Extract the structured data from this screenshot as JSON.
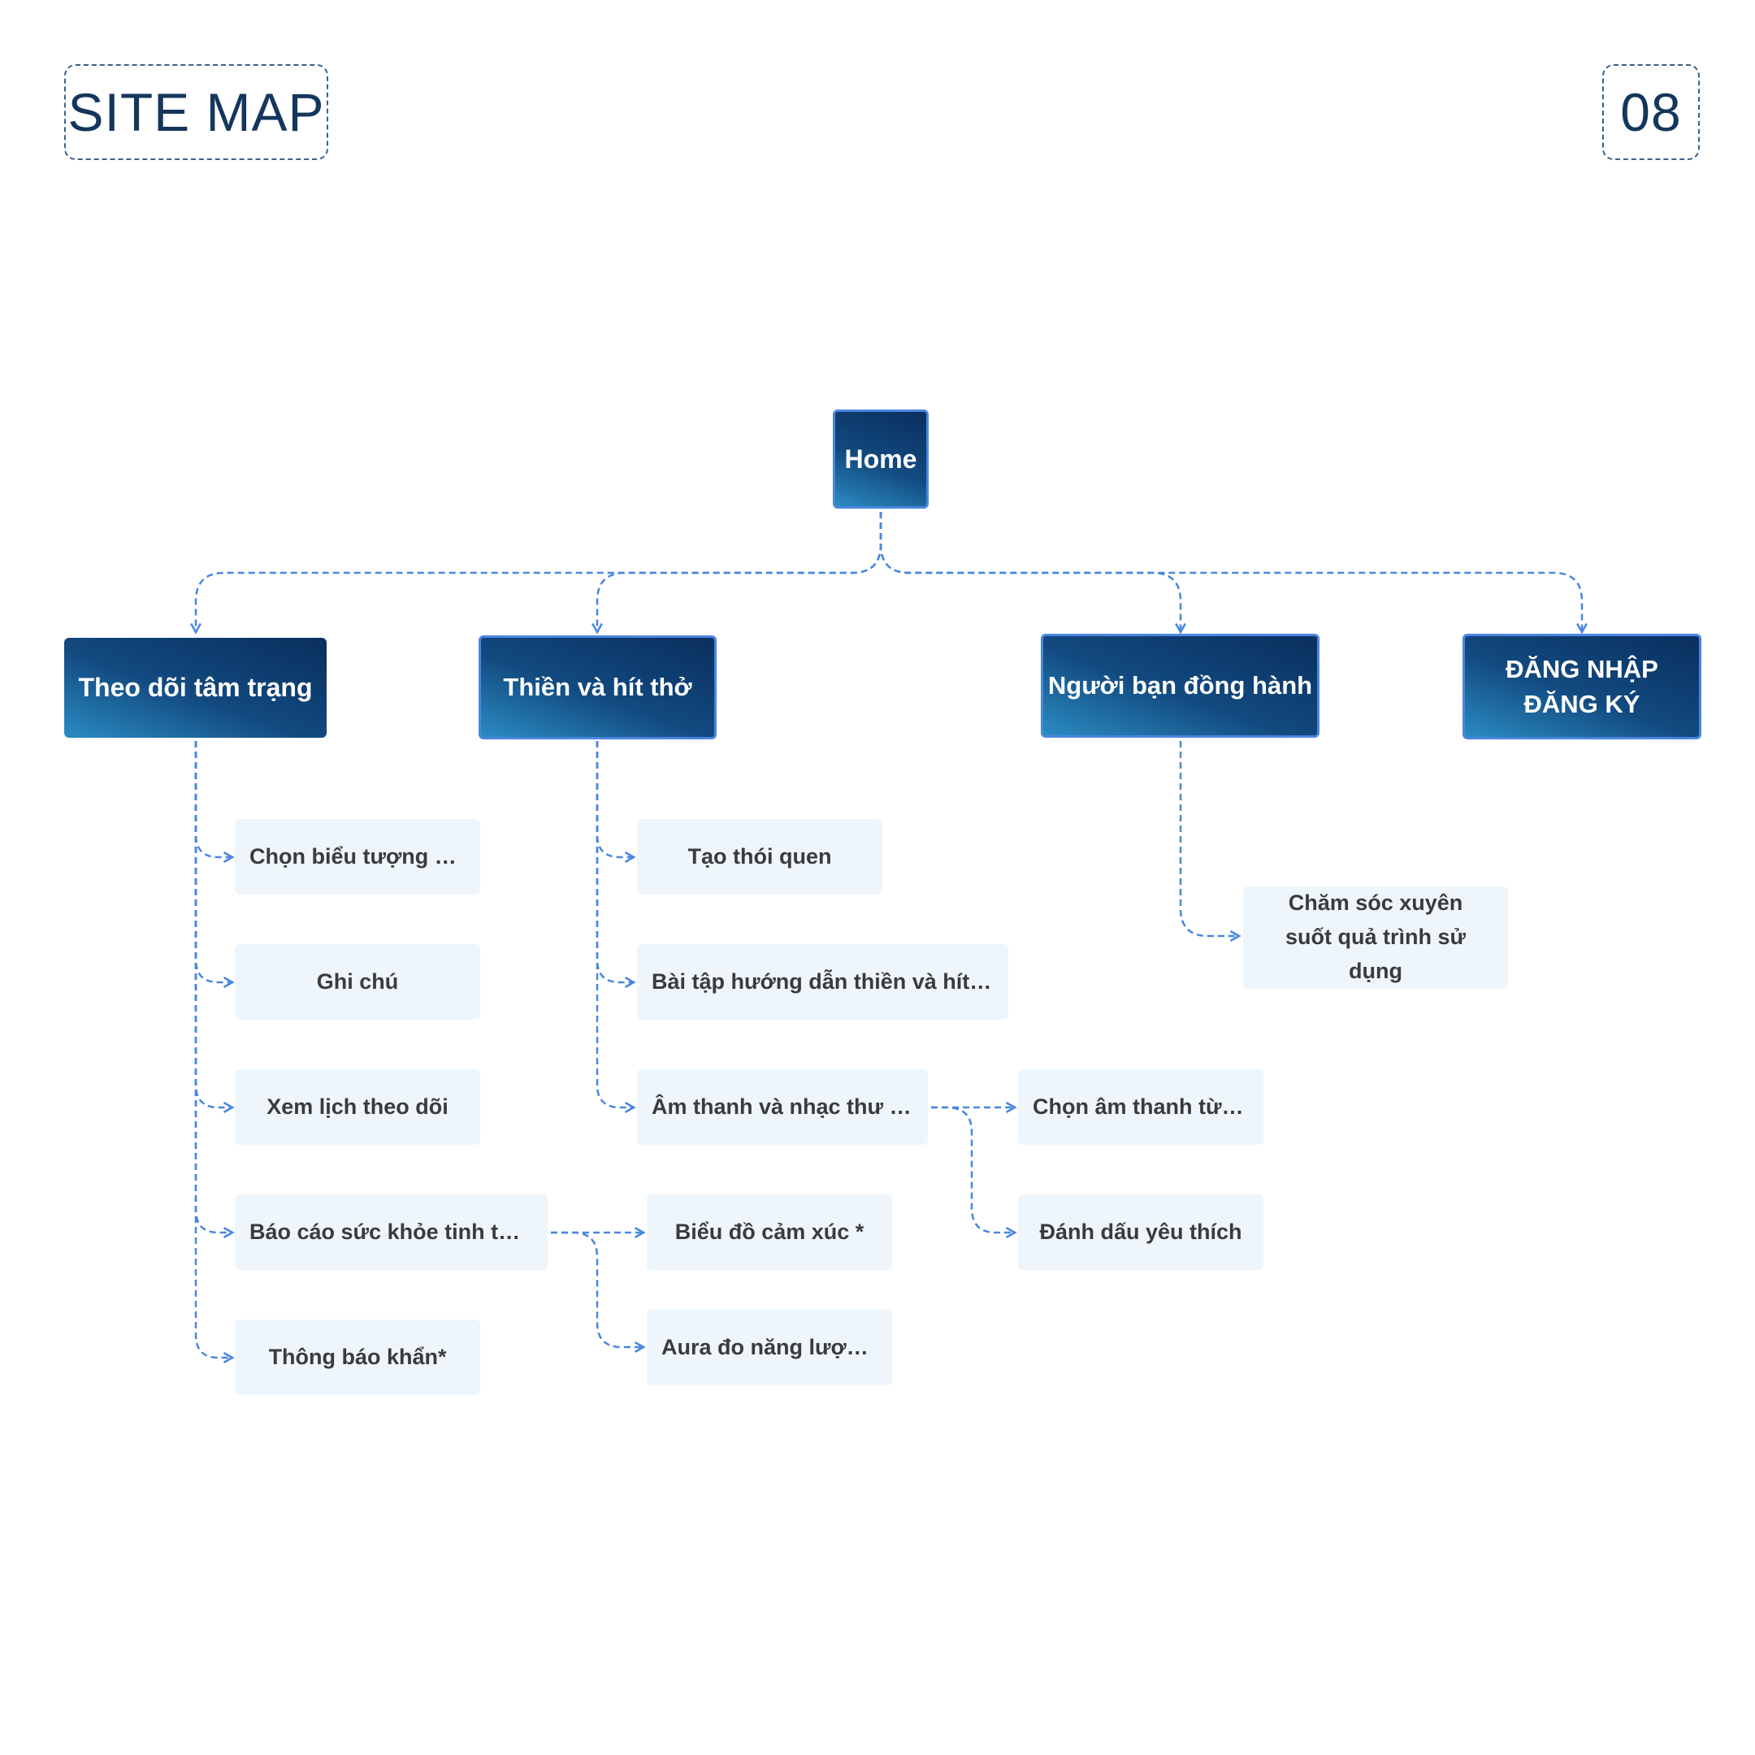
{
  "header": {
    "title": "SITE MAP",
    "page_number": "08"
  },
  "sitemap": {
    "home": "Home",
    "sections": {
      "mood": {
        "label": "Theo dõi tâm trạng",
        "items": [
          "Chọn biểu tượng cả...",
          "Ghi chú",
          "Xem lịch theo dõi",
          "Báo cáo sức khỏe tinh thần*",
          "Thông báo khẩn*"
        ],
        "report_children": [
          "Biểu đồ cảm xúc *",
          "Aura đo năng lượng..."
        ]
      },
      "meditation": {
        "label": "Thiền và hít thở",
        "items": [
          "Tạo thói quen",
          "Bài tập hướng dẫn thiền và hít thở",
          "Âm thanh và nhạc thư giãn"
        ],
        "music_children": [
          "Chọn âm thanh từ th...",
          "Đánh dấu yêu thích"
        ]
      },
      "companion": {
        "label": "Người bạn đồng hành",
        "items": [
          "Chăm sóc xuyên suốt quả trình sử dụng"
        ]
      },
      "auth": {
        "line1": "ĐĂNG NHẬP",
        "line2": "ĐĂNG KÝ"
      }
    }
  },
  "colors": {
    "node_dark": "#0a2f5e",
    "node_light": "#2a8cc2",
    "connector": "#4a86e0",
    "leaf_bg": "#eef6fc",
    "title": "#14365c"
  }
}
